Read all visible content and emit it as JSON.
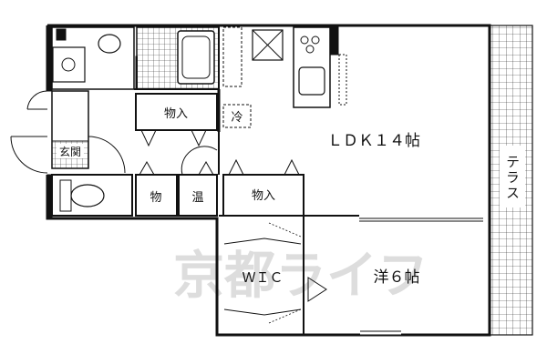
{
  "rooms": {
    "ldk": "ＬＤＫ１４帖",
    "western": "洋６帖",
    "wic": "ＷＩＣ",
    "storage_top": "物入",
    "storage_mid": "物入",
    "storage_small": "物",
    "water_heater": "温",
    "fridge": "冷",
    "entrance": "玄関"
  },
  "terrace": {
    "label": "テラス"
  },
  "watermark": "京都ライフ",
  "colors": {
    "line": "#111111",
    "watermark": "#d9d9d9",
    "background": "#ffffff"
  }
}
